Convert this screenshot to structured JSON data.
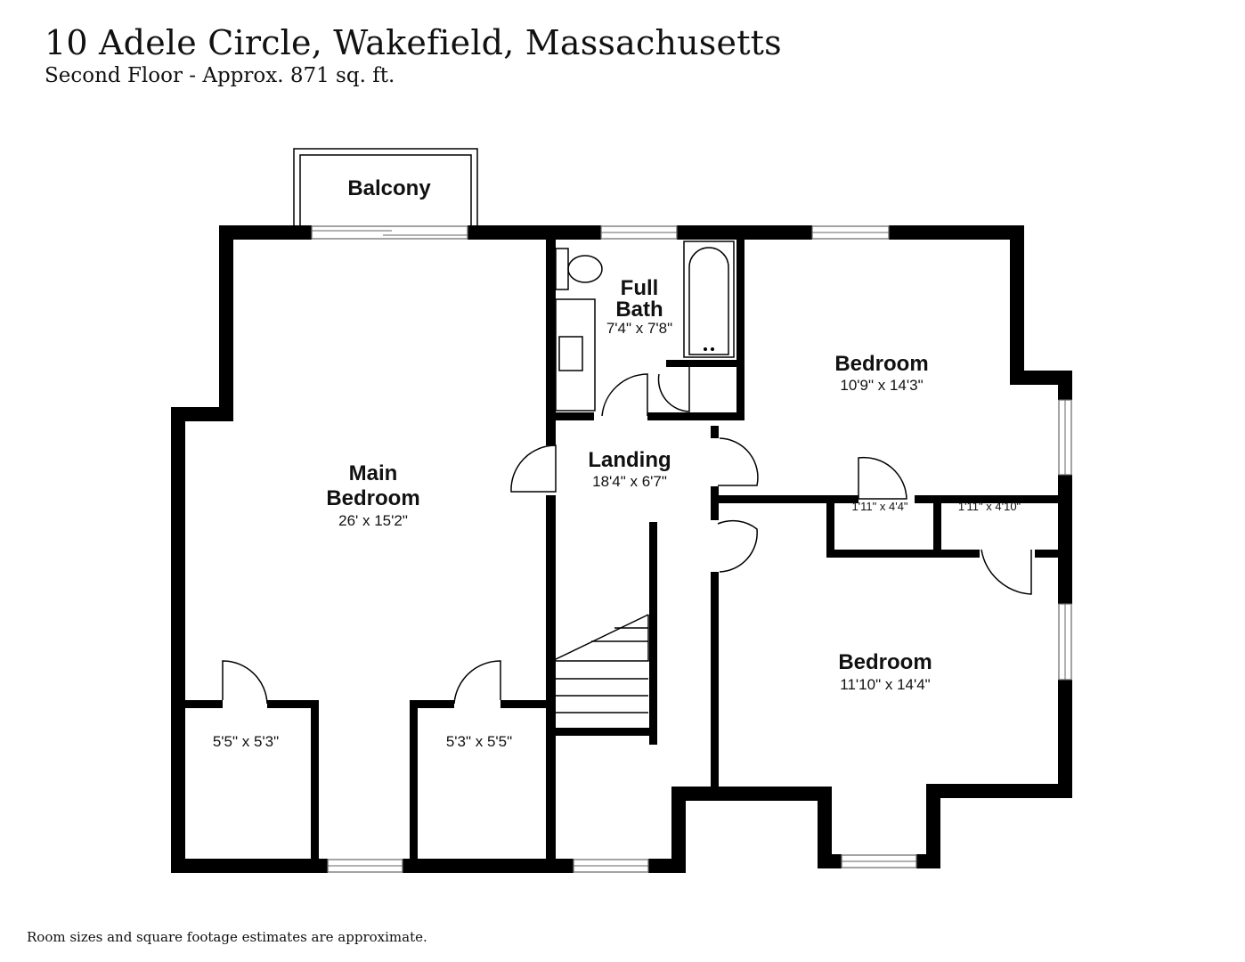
{
  "header": {
    "title": "10 Adele Circle, Wakefield, Massachusetts",
    "subtitle": "Second Floor - Approx. 871 sq. ft."
  },
  "rooms": {
    "balcony": {
      "name": "Balcony"
    },
    "full_bath": {
      "name_line1": "Full",
      "name_line2": "Bath",
      "dims": "7'4\" x 7'8\""
    },
    "bedroom_upper": {
      "name": "Bedroom",
      "dims": "10'9\" x 14'3\""
    },
    "landing": {
      "name": "Landing",
      "dims": "18'4\" x 6'7\""
    },
    "main_bedroom": {
      "name_line1": "Main",
      "name_line2": "Bedroom",
      "dims": "26' x 15'2\""
    },
    "closet_upper_left": {
      "dims": "1'11\" x 4'4\""
    },
    "closet_upper_right": {
      "dims": "1'11\" x 4'10\""
    },
    "bedroom_lower": {
      "name": "Bedroom",
      "dims": "11'10\" x 14'4\""
    },
    "closet_main_left": {
      "dims": "5'5\" x 5'3\""
    },
    "closet_main_right": {
      "dims": "5'3\" x 5'5\""
    }
  },
  "footer": {
    "note": "Room sizes and square footage estimates are approximate."
  }
}
